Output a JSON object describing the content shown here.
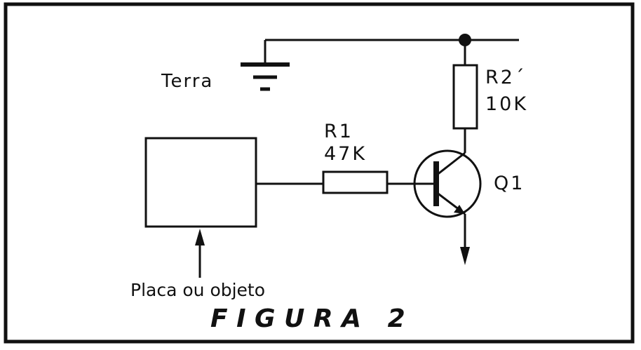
{
  "labels": {
    "ground": "Terra",
    "r2_name": "R2´",
    "r2_value": "10K",
    "r1_name": "R1",
    "r1_value": "47K",
    "transistor": "Q1",
    "plate": "Placa ou objeto",
    "caption": "F I G U R A   2"
  }
}
